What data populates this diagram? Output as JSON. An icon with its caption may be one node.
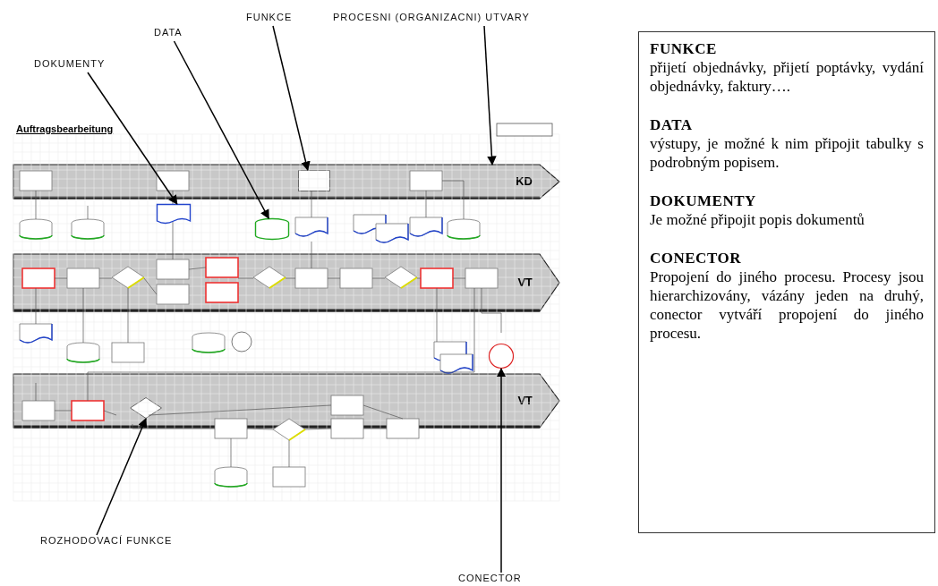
{
  "diagram": {
    "nodes": [
      {
        "text": [
          "DOKUMENTY"
        ]
      },
      {
        "text": [
          "DATA"
        ]
      },
      {
        "text": [
          "FUNKCE"
        ]
      },
      {
        "text": [
          "PROCESNI (ORGANIZACNI) UTVARY"
        ]
      },
      {
        "text": [
          "ROZHODOVACÍ FUNKCE"
        ]
      },
      {
        "text": [
          "CONECTOR"
        ]
      },
      {
        "text": [
          "FUNKCE",
          "přijetí objednávky, přijetí poptávky, vydání objednávky, faktury….",
          "DATA",
          "výstupy, je možné k nim připojit tabulky s podrobným popisem.",
          "DOKUMENTY",
          "Je možné připojit popis dokumentů",
          "CONECTOR",
          "Propojení do jiného procesu. Procesy jsou hierarchizovány, vázány jeden na druhý, conector vytváří propojení do jiného procesu."
        ]
      },
      {
        "text": [
          "KD"
        ]
      },
      {
        "text": [],
        "shape": "box",
        "in": 7
      },
      {
        "text": [],
        "shape": "document"
      },
      {
        "text": [],
        "shape": "cylinder"
      },
      {
        "text": [
          "VT"
        ]
      },
      {
        "text": [],
        "shape": "circle"
      },
      {
        "text": [
          "VT"
        ]
      },
      {
        "text": [],
        "shape": "diamond",
        "in": 13
      }
    ],
    "edges": [
      {
        "from": 0,
        "to": 9,
        "arrow": "to"
      },
      {
        "from": 1,
        "to": 10,
        "arrow": "to"
      },
      {
        "from": 2,
        "to": 8,
        "arrow": "to"
      },
      {
        "from": 3,
        "to": 7,
        "arrow": "to"
      },
      {
        "from": 4,
        "to": 14,
        "arrow": "to"
      },
      {
        "from": 5,
        "to": 12,
        "arrow": "to"
      }
    ],
    "labels": [
      "Auftragsbearbeitung"
    ]
  }
}
